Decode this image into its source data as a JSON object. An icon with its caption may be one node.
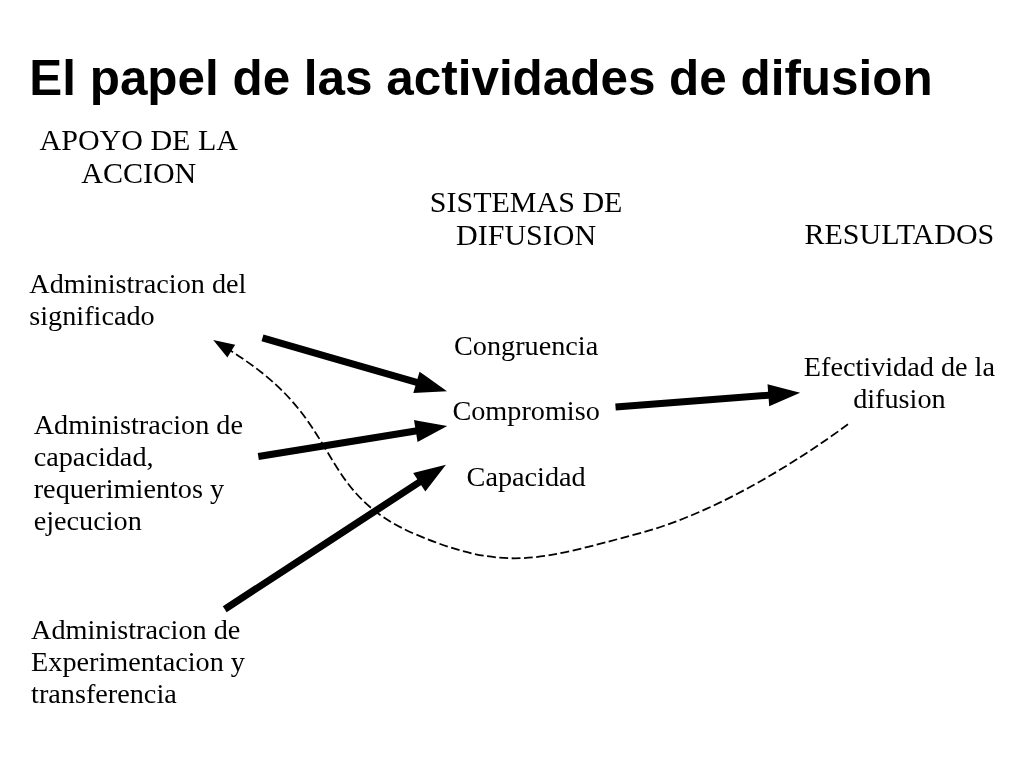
{
  "diagram": {
    "title": "El papel de las actividades de difusion",
    "nodes": [
      {
        "text": [
          "Administracion del significado"
        ]
      },
      {
        "text": [
          "Administracion de capacidad, requerimientos y ejecucion"
        ]
      },
      {
        "text": [
          "Administracion de Experimentacion y transferencia"
        ]
      },
      {
        "text": [
          "Congruencia",
          "Compromiso",
          "Capacidad"
        ]
      },
      {
        "text": [
          "Efectividad de la difusion"
        ]
      }
    ],
    "edges": [
      {
        "from": 0,
        "to": 3,
        "arrow": "to"
      },
      {
        "from": 1,
        "to": 3,
        "arrow": "to"
      },
      {
        "from": 2,
        "to": 3,
        "arrow": "to"
      },
      {
        "from": 3,
        "to": 4,
        "arrow": "to"
      },
      {
        "from": 4,
        "to": 0,
        "arrow": "to",
        "style": "dashed"
      }
    ],
    "labels": [
      "APOYO DE LA ACCION",
      "SISTEMAS DE DIFUSION",
      "RESULTADOS"
    ]
  }
}
